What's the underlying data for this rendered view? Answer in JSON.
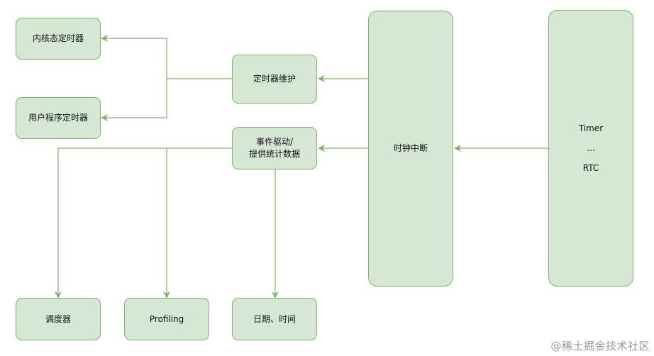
{
  "nodes": {
    "kernel_timer": "内核态定时器",
    "user_timer": "用户程序定时器",
    "timer_maintain": "定时器维护",
    "event_driver_line1": "事件驱动/",
    "event_driver_line2": "提供统计数据",
    "clock_interrupt": "时钟中断",
    "source_timer": "Timer",
    "source_ellipsis": "...",
    "source_rtc": "RTC",
    "scheduler": "调度器",
    "profiling": "Profiling",
    "date_time": "日期、时间"
  },
  "edges": [
    {
      "from": "source",
      "to": "clock_interrupt"
    },
    {
      "from": "clock_interrupt",
      "to": "timer_maintain"
    },
    {
      "from": "clock_interrupt",
      "to": "event_driver"
    },
    {
      "from": "timer_maintain",
      "to": "kernel_timer"
    },
    {
      "from": "timer_maintain",
      "to": "user_timer"
    },
    {
      "from": "event_driver",
      "to": "scheduler"
    },
    {
      "from": "event_driver",
      "to": "profiling"
    },
    {
      "from": "event_driver",
      "to": "date_time"
    }
  ],
  "colors": {
    "node_fill": "#d5e8d4",
    "node_stroke": "#82b366",
    "edge": "#82b366"
  },
  "watermark": "@稀土掘金技术社区"
}
